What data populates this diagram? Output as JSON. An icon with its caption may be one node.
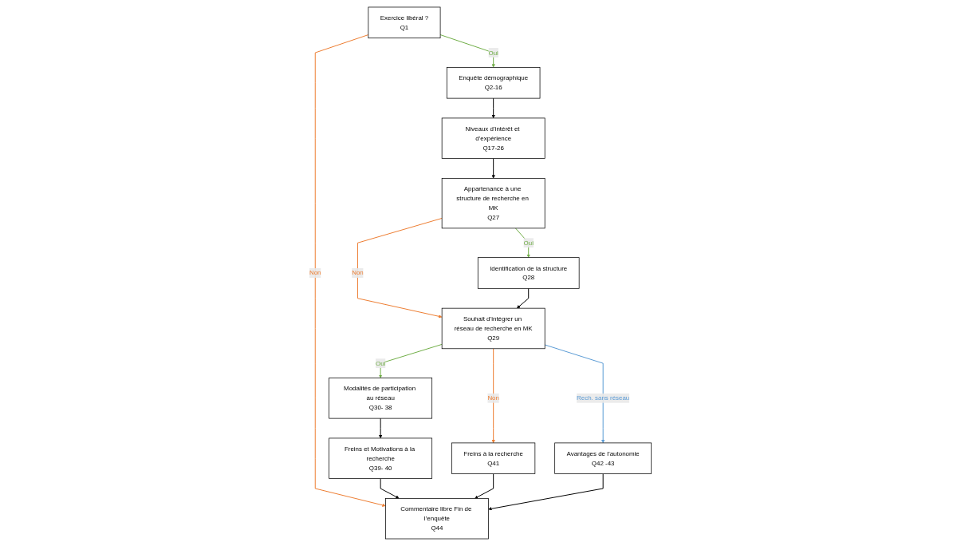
{
  "diagram": {
    "nodes": [
      {
        "text": [
          "Exercice libéral ?",
          "Q1"
        ]
      },
      {
        "text": [
          "Enquête démographique",
          "Q2-16"
        ]
      },
      {
        "text": [
          "Niveaux d’intérêt et d’expérience",
          "Q17-26"
        ]
      },
      {
        "text": [
          "Appartenance à une structure de recherche en MK",
          "Q27"
        ]
      },
      {
        "text": [
          "Identification de la structure",
          "Q28"
        ]
      },
      {
        "text": [
          "Souhait d’intégrer un réseau de recherche en MK",
          "Q29"
        ]
      },
      {
        "text": [
          "Modalités de participation au réseau",
          "Q30- 38"
        ]
      },
      {
        "text": [
          "Freins et Motivations à la recherche",
          "Q39- 40"
        ]
      },
      {
        "text": [
          "Freins à la recherche",
          "Q41"
        ]
      },
      {
        "text": [
          "Avantages de l’autonomie",
          "Q42 -43"
        ]
      },
      {
        "text": [
          "Commentaire libre Fin de l’enquête",
          "Q44"
        ]
      }
    ],
    "edges": [
      {
        "from": 0,
        "to": 1,
        "arrow": "to",
        "label": "Oui",
        "color": "#70ad47"
      },
      {
        "from": 0,
        "to": 10,
        "arrow": "to",
        "label": "Non",
        "color": "#ed7d31"
      },
      {
        "from": 1,
        "to": 2,
        "arrow": "to"
      },
      {
        "from": 2,
        "to": 3,
        "arrow": "to"
      },
      {
        "from": 3,
        "to": 4,
        "arrow": "to",
        "label": "Oui",
        "color": "#70ad47"
      },
      {
        "from": 3,
        "to": 5,
        "arrow": "to",
        "label": "Non",
        "color": "#ed7d31"
      },
      {
        "from": 4,
        "to": 5,
        "arrow": "to"
      },
      {
        "from": 5,
        "to": 6,
        "arrow": "to",
        "label": "Oui",
        "color": "#70ad47"
      },
      {
        "from": 5,
        "to": 8,
        "arrow": "to",
        "label": "Non",
        "color": "#ed7d31"
      },
      {
        "from": 5,
        "to": 9,
        "arrow": "to",
        "label": "Rech. sans réseau",
        "color": "#5b9bd5"
      },
      {
        "from": 6,
        "to": 7,
        "arrow": "to"
      },
      {
        "from": 7,
        "to": 10,
        "arrow": "to"
      },
      {
        "from": 8,
        "to": 10,
        "arrow": "to"
      },
      {
        "from": 9,
        "to": 10,
        "arrow": "to"
      }
    ]
  }
}
